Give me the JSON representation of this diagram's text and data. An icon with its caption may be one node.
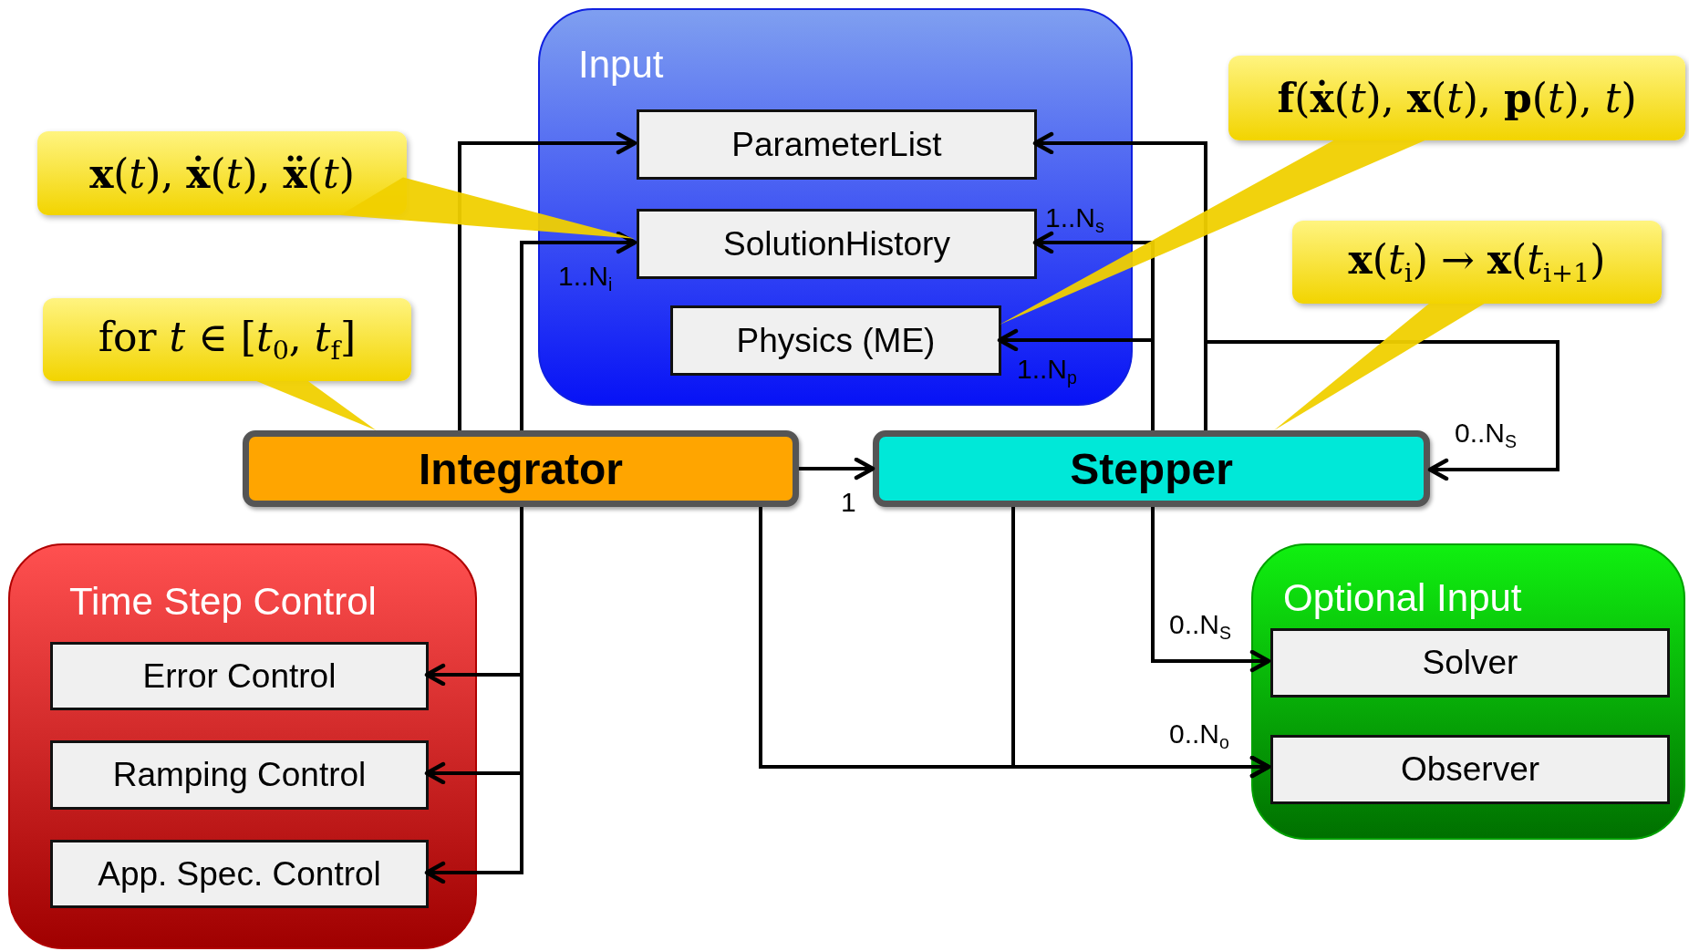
{
  "diagram": {
    "nodes": [
      {
        "text": [
          "Input"
        ]
      },
      {
        "text": [
          "ParameterList"
        ],
        "in": 0
      },
      {
        "text": [
          "SolutionHistory"
        ],
        "in": 0
      },
      {
        "text": [
          "Physics (ME)"
        ],
        "in": 0
      },
      {
        "text": [
          "Integrator"
        ]
      },
      {
        "text": [
          "Stepper"
        ]
      },
      {
        "text": [
          "Time Step Control"
        ]
      },
      {
        "text": [
          "Error Control"
        ],
        "in": 6
      },
      {
        "text": [
          "Ramping Control"
        ],
        "in": 6
      },
      {
        "text": [
          "App. Spec. Control"
        ],
        "in": 6
      },
      {
        "text": [
          "Optional Input"
        ]
      },
      {
        "text": [
          "Solver"
        ],
        "in": 10
      },
      {
        "text": [
          "Observer"
        ],
        "in": 10
      },
      {
        "text": [
          "**x**(*t*), **ẋ**(*t*), **ẍ**(*t*)"
        ]
      },
      {
        "text": [
          "for *t* ∈ [*t*$_{0}$, *t*$_{f}$]"
        ]
      },
      {
        "text": [
          "**f**(**ẋ**(*t*), **x**(*t*), **p**(*t*), *t*)"
        ]
      },
      {
        "text": [
          "**x**(*t*$_{i}$) → **x**(*t*$_{i+1}$)"
        ]
      }
    ],
    "edges": [
      {
        "from": 4,
        "to": 1,
        "arrow": "to"
      },
      {
        "from": 4,
        "to": 2,
        "arrow": "to",
        "label": "1..N$_{i}$"
      },
      {
        "from": 4,
        "to": 5,
        "arrow": "to",
        "label": "1"
      },
      {
        "from": 5,
        "to": 1,
        "arrow": "to"
      },
      {
        "from": 5,
        "to": 2,
        "arrow": "to",
        "label": "1..N$_{s}$"
      },
      {
        "from": 5,
        "to": 3,
        "arrow": "to",
        "label": "1..N$_{p}$"
      },
      {
        "from": 5,
        "to": 5,
        "arrow": "to",
        "label": "0..N$_{S}$"
      },
      {
        "from": 4,
        "to": 7,
        "arrow": "to"
      },
      {
        "from": 4,
        "to": 8,
        "arrow": "to"
      },
      {
        "from": 4,
        "to": 9,
        "arrow": "to"
      },
      {
        "from": 5,
        "to": 11,
        "arrow": "to",
        "label": "0..N$_{S}$"
      },
      {
        "from": 4,
        "to": 12,
        "arrow": "to",
        "label": "0..N$_{o}$"
      },
      {
        "from": 5,
        "to": 12,
        "arrow": "to"
      },
      {
        "from": 13,
        "to": 2,
        "arrow": "none"
      },
      {
        "from": 14,
        "to": 4,
        "arrow": "none"
      },
      {
        "from": 15,
        "to": 3,
        "arrow": "none"
      },
      {
        "from": 16,
        "to": 5,
        "arrow": "none"
      }
    ]
  }
}
